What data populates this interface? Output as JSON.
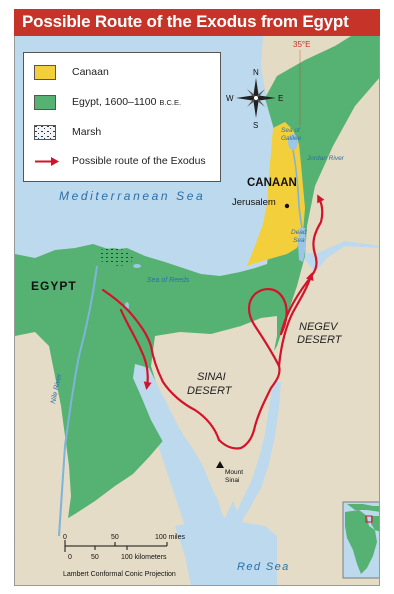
{
  "title": "Possible Route of the Exodus from Egypt",
  "legend": {
    "items": [
      {
        "label": "Canaan",
        "color": "#f3cf3c"
      },
      {
        "label": "Egypt, 1600–1100 ",
        "label_suffix": "B.C.E.",
        "color": "#56b273"
      },
      {
        "label": "Marsh"
      },
      {
        "label": "Possible route of the Exodus",
        "color": "#d2142b"
      }
    ]
  },
  "compass": {
    "n": "N",
    "s": "S",
    "e": "E",
    "w": "W"
  },
  "meridian": "35°E",
  "places": {
    "canaan": "CANAAN",
    "jerusalem": "Jerusalem",
    "egypt": "EGYPT",
    "sinai_line1": "SINAI",
    "sinai_line2": "DESERT",
    "negev_line1": "NEGEV",
    "negev_line2": "DESERT",
    "mount_sinai_line1": "Mount",
    "mount_sinai_line2": "Sinai"
  },
  "water": {
    "mediterranean": "Mediterranean Sea",
    "red_sea": "Red Sea",
    "sea_of_reeds": "Sea of Reeds",
    "sea_of_galilee_line1": "Sea of",
    "sea_of_galilee_line2": "Galilee",
    "jordan_river": "Jordan River",
    "dead_sea_line1": "Dead",
    "dead_sea_line2": "Sea",
    "nile_river": "Nile River"
  },
  "scale": {
    "ticks_miles": [
      "0",
      "50",
      "100 miles"
    ],
    "ticks_km": [
      "0",
      "50",
      "100 kilometers"
    ],
    "projection": "Lambert Conformal Conic Projection"
  },
  "colors": {
    "title_bg": "#c63328",
    "sea": "#bcd9ee",
    "desert": "#e4dcc6",
    "egypt": "#56b273",
    "canaan": "#f3cf3c",
    "route": "#d2142b"
  }
}
